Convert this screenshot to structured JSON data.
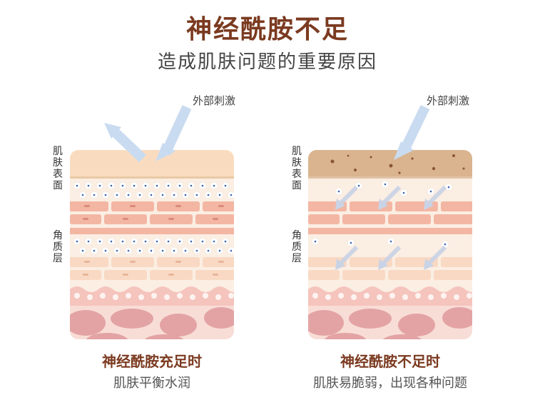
{
  "header": {
    "title": "神经酰胺不足",
    "subtitle": "造成肌肤问题的重要原因"
  },
  "left_panel": {
    "arrow_label": "外部刺激",
    "skin_label": "肌肤表面",
    "corneum_label": "角质层",
    "caption_title": "神经酰胺充足时",
    "caption_sub": "肌肤平衡水润"
  },
  "right_panel": {
    "arrow_label": "外部刺激",
    "skin_label": "肌肤表面",
    "corneum_label": "角质层",
    "caption_title": "神经酰胺不足时",
    "caption_sub": "肌肤易脆弱，出现各种问题"
  },
  "colors": {
    "title": "#7b3a20",
    "surface_healthy": "#f9dcc0",
    "surface_damaged": "#d9b48f",
    "brick": "#f3b6a3",
    "brick_light": "#f9d9c3",
    "mortar": "#fbeee3",
    "cells": "#e8a0a0",
    "arrow": "#cfdff3"
  }
}
